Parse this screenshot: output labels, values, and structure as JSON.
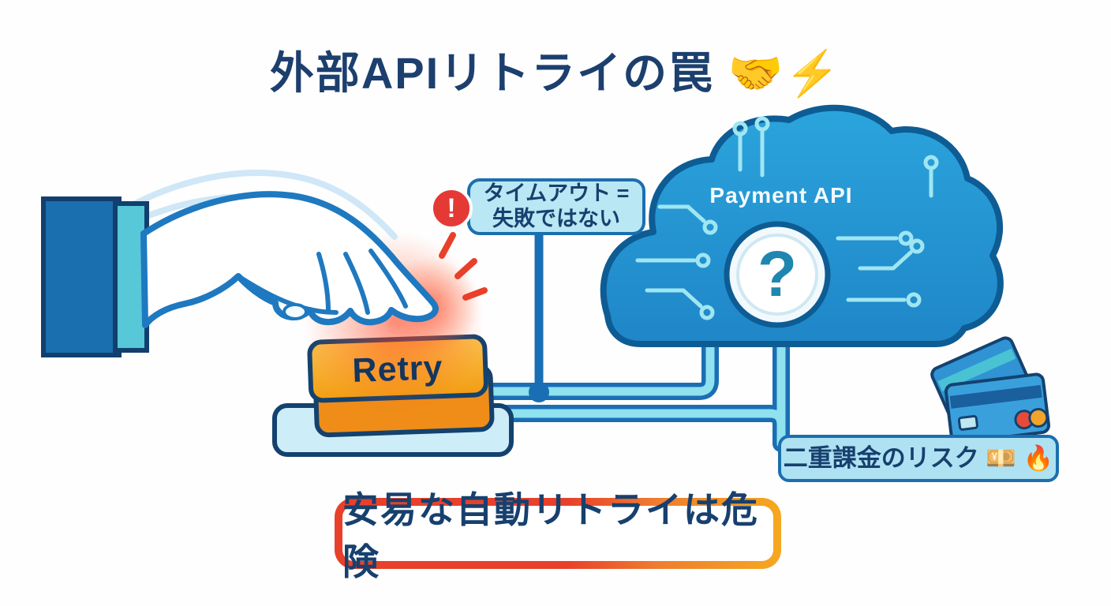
{
  "title": {
    "text": "外部APIリトライの罠 🤝⚡"
  },
  "warning_callout": {
    "icon": "!",
    "line1": "タイムアウト =",
    "line2": "失敗ではない"
  },
  "cloud": {
    "label": "Payment API",
    "question_mark": "?"
  },
  "retry_button": {
    "label": "Retry"
  },
  "risk_callout": {
    "text": "二重課金のリスク 💴 🔥"
  },
  "banner": {
    "text": "安易な自動リトライは危険"
  },
  "colors": {
    "navy_text": "#17406e",
    "hand_outline_blue": "#1e79c0",
    "cloud_blue": "#2397d2",
    "cloud_outline": "#0e5c94",
    "tube_cyan": "#8fe2ee",
    "tube_border_blue": "#1a6fb4",
    "callout_bg": "#b9e7f3",
    "button_orange": "#f5a623",
    "alert_red": "#e8402a"
  }
}
